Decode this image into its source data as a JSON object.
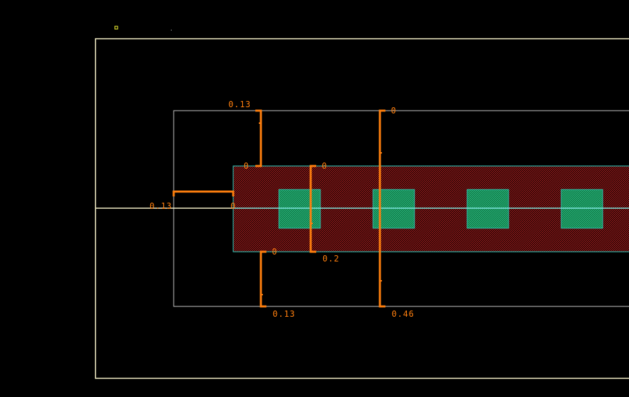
{
  "colors": {
    "background": "#000000",
    "outer_boundary": "#f5f0c8",
    "inner_boundary": "#c8c8c8",
    "diffusion_fill": "#8b1a1a",
    "diffusion_outline": "#2fd6c8",
    "contact_fill": "#1faa6a",
    "centerline": "#7fe6e0",
    "dimension": "#ff7f0e",
    "marker": "#ffff33"
  },
  "dimensions": {
    "top_enclosure": "0.13",
    "left_enclosure": "0.13",
    "bottom_enclosure": "0.13",
    "diffusion_width": "0.2",
    "outer_width": "0.46",
    "zero_top_a": "0",
    "zero_top_b": "0",
    "zero_top_c": "0",
    "zero_mid": "0",
    "zero_bottom": "0"
  }
}
